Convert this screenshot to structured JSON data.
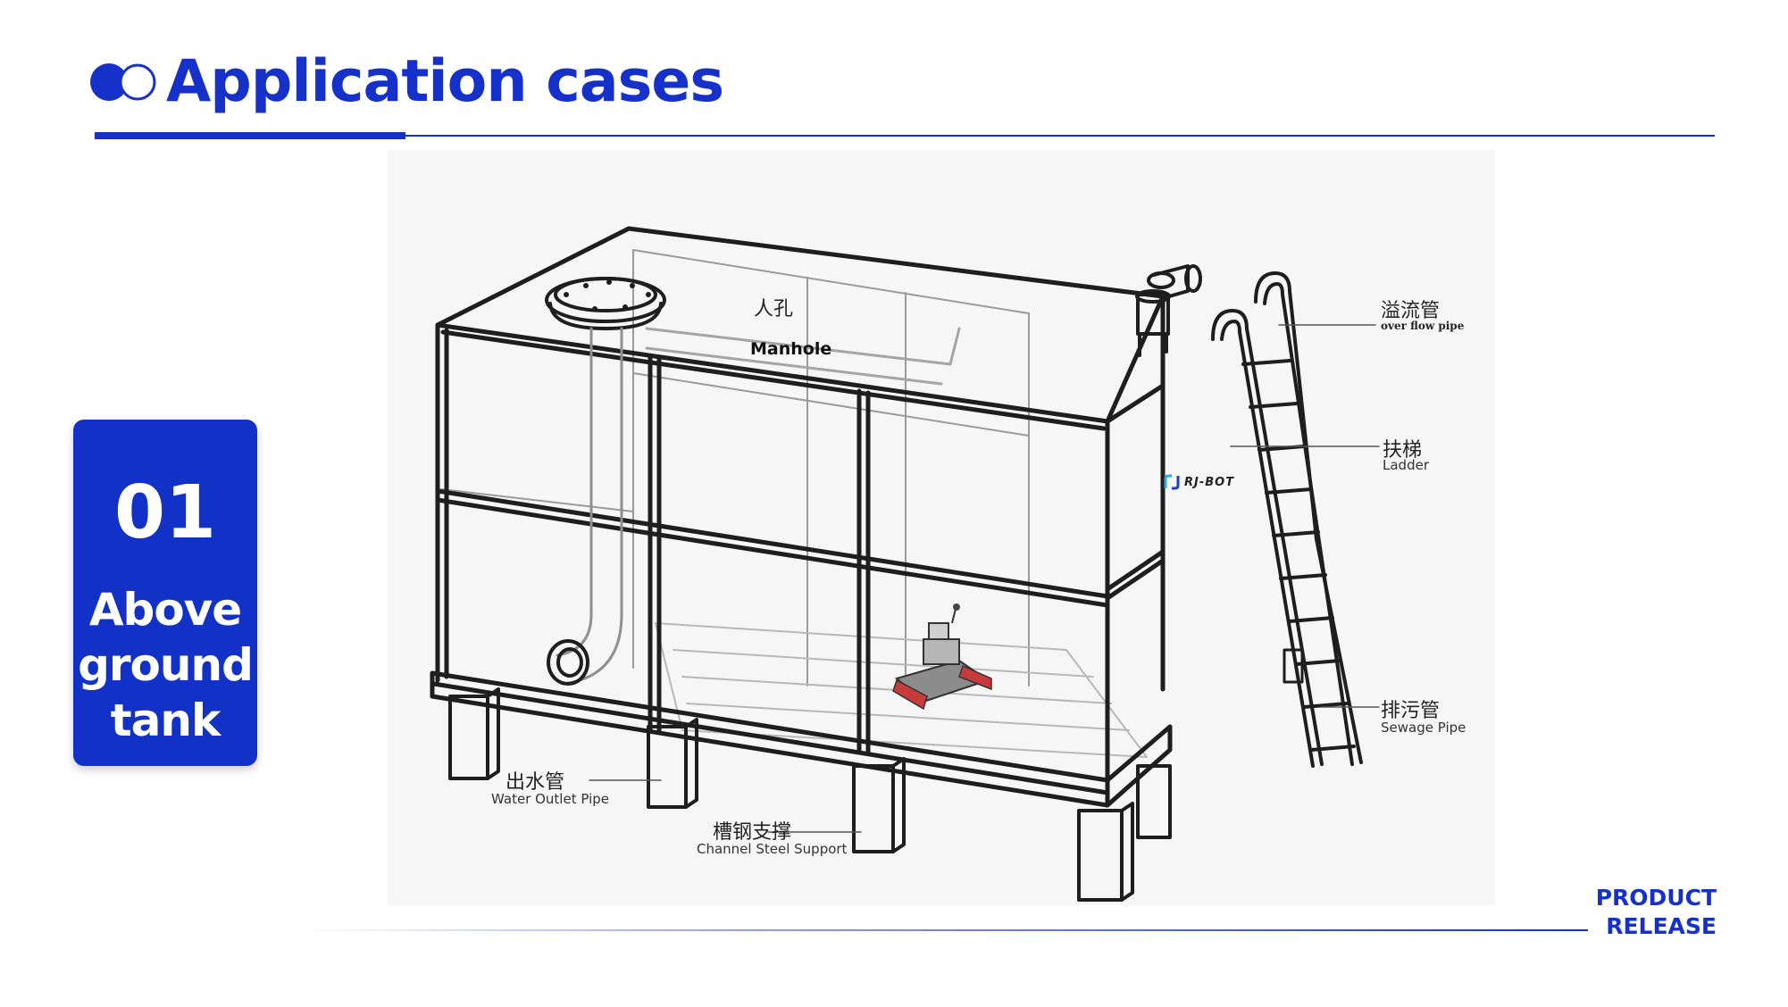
{
  "header": {
    "title": "Application cases",
    "accent_color": "#1631c9",
    "icon": "double-circle-icon"
  },
  "side_card": {
    "number": "01",
    "label": "Above ground tank",
    "background": "#1231c6"
  },
  "diagram": {
    "brand": "RJ-BOT",
    "labels": {
      "manhole_zh": "人孔",
      "manhole_en": "Manhole",
      "overflow_zh": "溢流管",
      "overflow_en": "over flow pipe",
      "ladder_zh": "扶梯",
      "ladder_en": "Ladder",
      "sewage_zh": "排污管",
      "sewage_en": "Sewage Pipe",
      "outlet_zh": "出水管",
      "outlet_en": "Water Outlet Pipe",
      "support_zh": "槽钢支撑",
      "support_en": "Channel Steel Support"
    }
  },
  "footer": {
    "tag_line1": "PRODUCT",
    "tag_line2": "RELEASE"
  }
}
